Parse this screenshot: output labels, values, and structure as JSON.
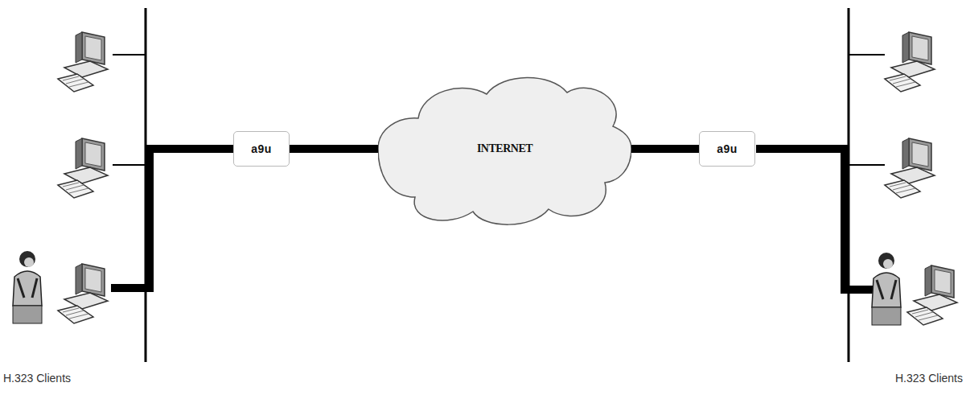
{
  "diagram": {
    "nodes": [
      {
        "text": [
          "a9u"
        ]
      },
      {
        "text": [
          "INTERNET"
        ]
      },
      {
        "text": [
          "a9u"
        ]
      }
    ],
    "edges": [
      {
        "from": 0,
        "to": 1,
        "arrow": "none"
      },
      {
        "from": 1,
        "to": 2,
        "arrow": "none"
      }
    ],
    "labels": [
      "H.323 Clients",
      "H.323 Clients"
    ]
  }
}
